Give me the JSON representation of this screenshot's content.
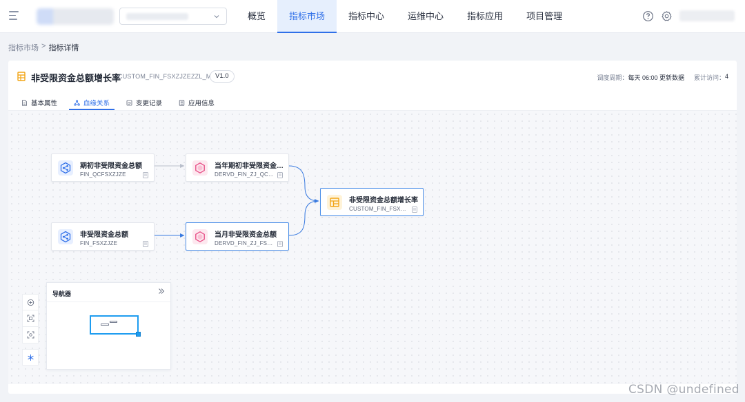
{
  "topnav": {
    "items": [
      {
        "label": "概览"
      },
      {
        "label": "指标市场",
        "active": true
      },
      {
        "label": "指标中心"
      },
      {
        "label": "运维中心"
      },
      {
        "label": "指标应用"
      },
      {
        "label": "项目管理"
      }
    ]
  },
  "breadcrumb": {
    "home": "指标市场",
    "separator": ">",
    "current": "指标详情"
  },
  "detail": {
    "title": "非受限资金总额增长率",
    "code": "CUSTOM_FIN_FSXZJZEZZL_M",
    "version": "V1.0",
    "schedule_label": "调度周期：",
    "schedule_value": "每天 06:00 更新数据",
    "visits_label": "累计访问：",
    "visits_value": "4"
  },
  "tabs": [
    {
      "label": "基本属性",
      "icon": "document-icon"
    },
    {
      "label": "血缘关系",
      "icon": "lineage-icon",
      "active": true
    },
    {
      "label": "变更记录",
      "icon": "history-icon"
    },
    {
      "label": "应用信息",
      "icon": "list-icon"
    }
  ],
  "lineage": {
    "nodes": [
      {
        "id": "n1",
        "name": "期初非受限资金总额",
        "code": "FIN_QCFSXZJZE",
        "type": "atomic",
        "icon": "share-hex-icon"
      },
      {
        "id": "n2",
        "name": "当年期初非受限资金总额",
        "code": "DERVD_FIN_ZJ_QCFSXZJZE",
        "type": "derived",
        "icon": "hexagon-icon"
      },
      {
        "id": "n3",
        "name": "非受限资金总额",
        "code": "FIN_FSXZJZE",
        "type": "atomic",
        "icon": "share-hex-icon"
      },
      {
        "id": "n4",
        "name": "当月非受限资金总额",
        "code": "DERVD_FIN_ZJ_FSXZJZE",
        "type": "derived",
        "icon": "hexagon-icon",
        "selected": true
      },
      {
        "id": "n5",
        "name": "非受限资金总额增长率",
        "code": "CUSTOM_FIN_FSXZJZEZZL_M",
        "type": "custom",
        "icon": "table-icon",
        "selected": true
      }
    ],
    "edges": [
      {
        "from": "n1",
        "to": "n2",
        "color": "#b9bfcb"
      },
      {
        "from": "n2",
        "to": "n5",
        "color": "#3a7be0"
      },
      {
        "from": "n3",
        "to": "n4",
        "color": "#3a7be0"
      },
      {
        "from": "n4",
        "to": "n5",
        "color": "#3a7be0"
      }
    ]
  },
  "navigator": {
    "title": "导航器"
  },
  "colors": {
    "primary": "#2f6fe8",
    "active_bg": "#e6effd",
    "atomic": "#2f6fe8",
    "derived": "#e8538a",
    "custom": "#f2a516"
  },
  "watermark": "CSDN @undefined"
}
